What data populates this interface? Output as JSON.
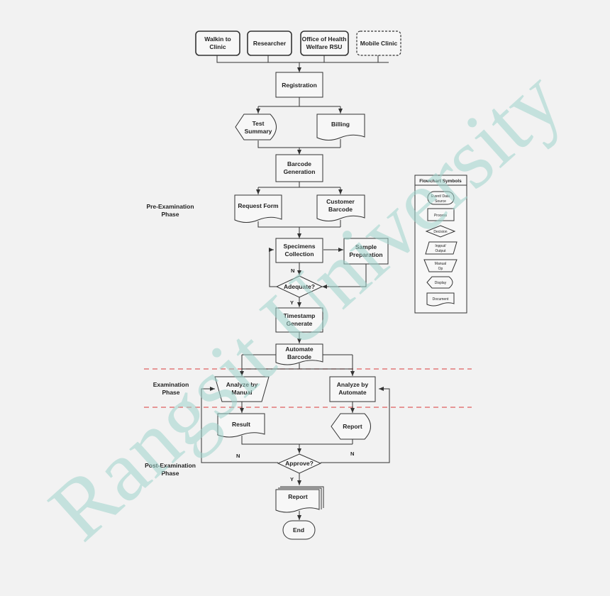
{
  "sources": {
    "walkin": [
      "Walkin to",
      "Clinic"
    ],
    "researcher": [
      "Researcher"
    ],
    "office": [
      "Office of Health",
      "Welfare RSU"
    ],
    "mobile": [
      "Mobile Clinic"
    ]
  },
  "nodes": {
    "registration": [
      "Registration"
    ],
    "test_summary": [
      "Test",
      "Summary"
    ],
    "billing": [
      "Billing"
    ],
    "barcode_generation": [
      "Barcode",
      "Generation"
    ],
    "request_form": [
      "Request Form"
    ],
    "customer_barcode": [
      "Customer",
      "Barcode"
    ],
    "specimens_collection": [
      "Specimens",
      "Collection"
    ],
    "sample_preparation": [
      "Sample",
      "Preparation"
    ],
    "adequate": [
      "Adequate?"
    ],
    "timestamp": [
      "Timestamp",
      "Generate"
    ],
    "automate_barcode": [
      "Automate",
      "Barcode"
    ],
    "analyze_manual": [
      "Analyze by",
      "Manual"
    ],
    "analyze_automate": [
      "Analyze by",
      "Automate"
    ],
    "result": [
      "Result"
    ],
    "report_display": [
      "Report"
    ],
    "approve": [
      "Approve?"
    ],
    "report_doc": [
      "Report"
    ],
    "end": [
      "End"
    ]
  },
  "edge_labels": {
    "n1": "N",
    "y1": "Y",
    "n2": "N",
    "n3": "N",
    "y2": "Y"
  },
  "phases": {
    "pre": [
      "Pre-Examination",
      "Phase"
    ],
    "exam": [
      "Examination",
      "Phase"
    ],
    "post": [
      "Post-Examination",
      "Phase"
    ]
  },
  "legend": {
    "title": "Flowchart Symbols",
    "event": [
      "Event/ Data",
      "Source"
    ],
    "process": [
      "Process"
    ],
    "decision": [
      "Decision"
    ],
    "io": [
      "Inpput/",
      "Output"
    ],
    "manual": [
      "Manual",
      "Op"
    ],
    "display": [
      "Display"
    ],
    "document": [
      "Document"
    ]
  },
  "watermark": "Rangsit University",
  "colors": {
    "phase_divider": "#e06060",
    "watermark": "#9fd4cc"
  }
}
